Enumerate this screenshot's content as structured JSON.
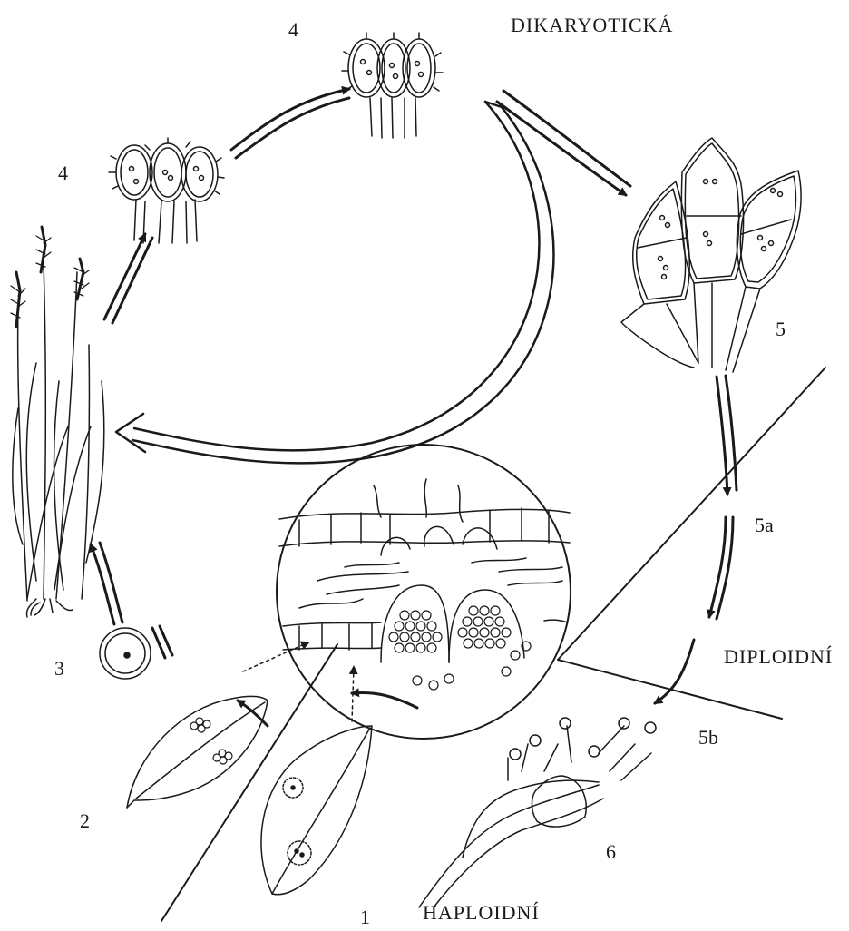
{
  "phases": {
    "dikaryotic": "DIKARYOTICKÁ",
    "diploid": "DIPLOIDNÍ",
    "haploid": "HAPLOIDNÍ"
  },
  "stages": {
    "s1": "1",
    "s2": "2",
    "s3": "3",
    "s4a": "4",
    "s4b": "4",
    "s5": "5",
    "s5a": "5a",
    "s5b": "5b",
    "s6": "6"
  },
  "colors": {
    "ink": "#1a1a1a",
    "paper": "#ffffff"
  }
}
